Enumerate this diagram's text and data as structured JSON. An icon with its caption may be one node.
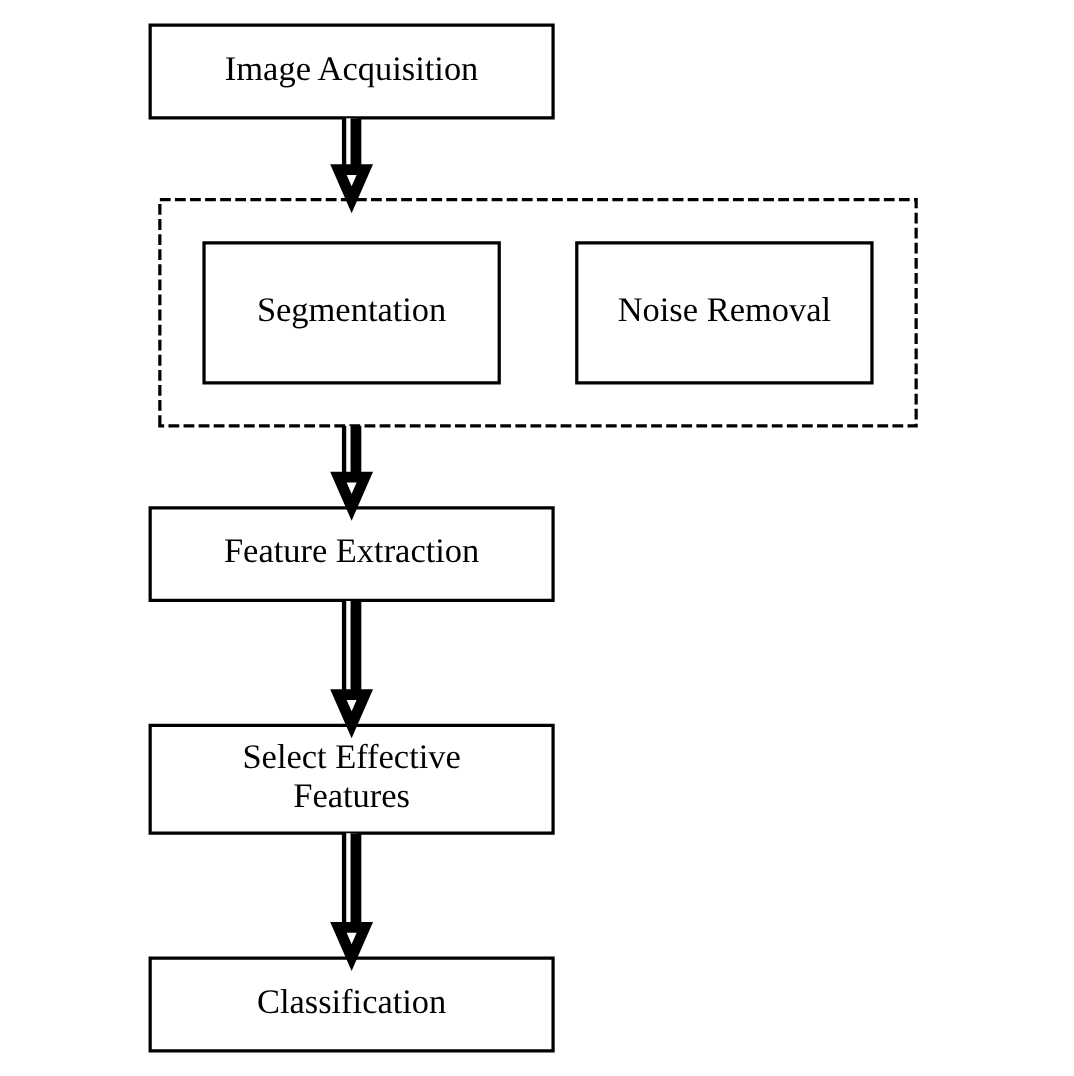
{
  "diagram": {
    "nodes": [
      {
        "text": [
          "Image Acquisition"
        ]
      },
      {
        "text": [],
        "shape": "box"
      },
      {
        "text": [
          "Noise Removal"
        ],
        "in": 1
      },
      {
        "text": [
          "Segmentation"
        ],
        "in": 1
      },
      {
        "text": [
          "Feature Extraction"
        ]
      },
      {
        "text": [
          "Select Effective Features"
        ]
      },
      {
        "text": [
          "Classification"
        ]
      }
    ],
    "edges": [
      {
        "from": 0,
        "to": 1,
        "arrow": "to"
      },
      {
        "from": 1,
        "to": 4,
        "arrow": "to"
      },
      {
        "from": 4,
        "to": 5,
        "arrow": "to"
      },
      {
        "from": 5,
        "to": 6,
        "arrow": "to"
      }
    ]
  }
}
